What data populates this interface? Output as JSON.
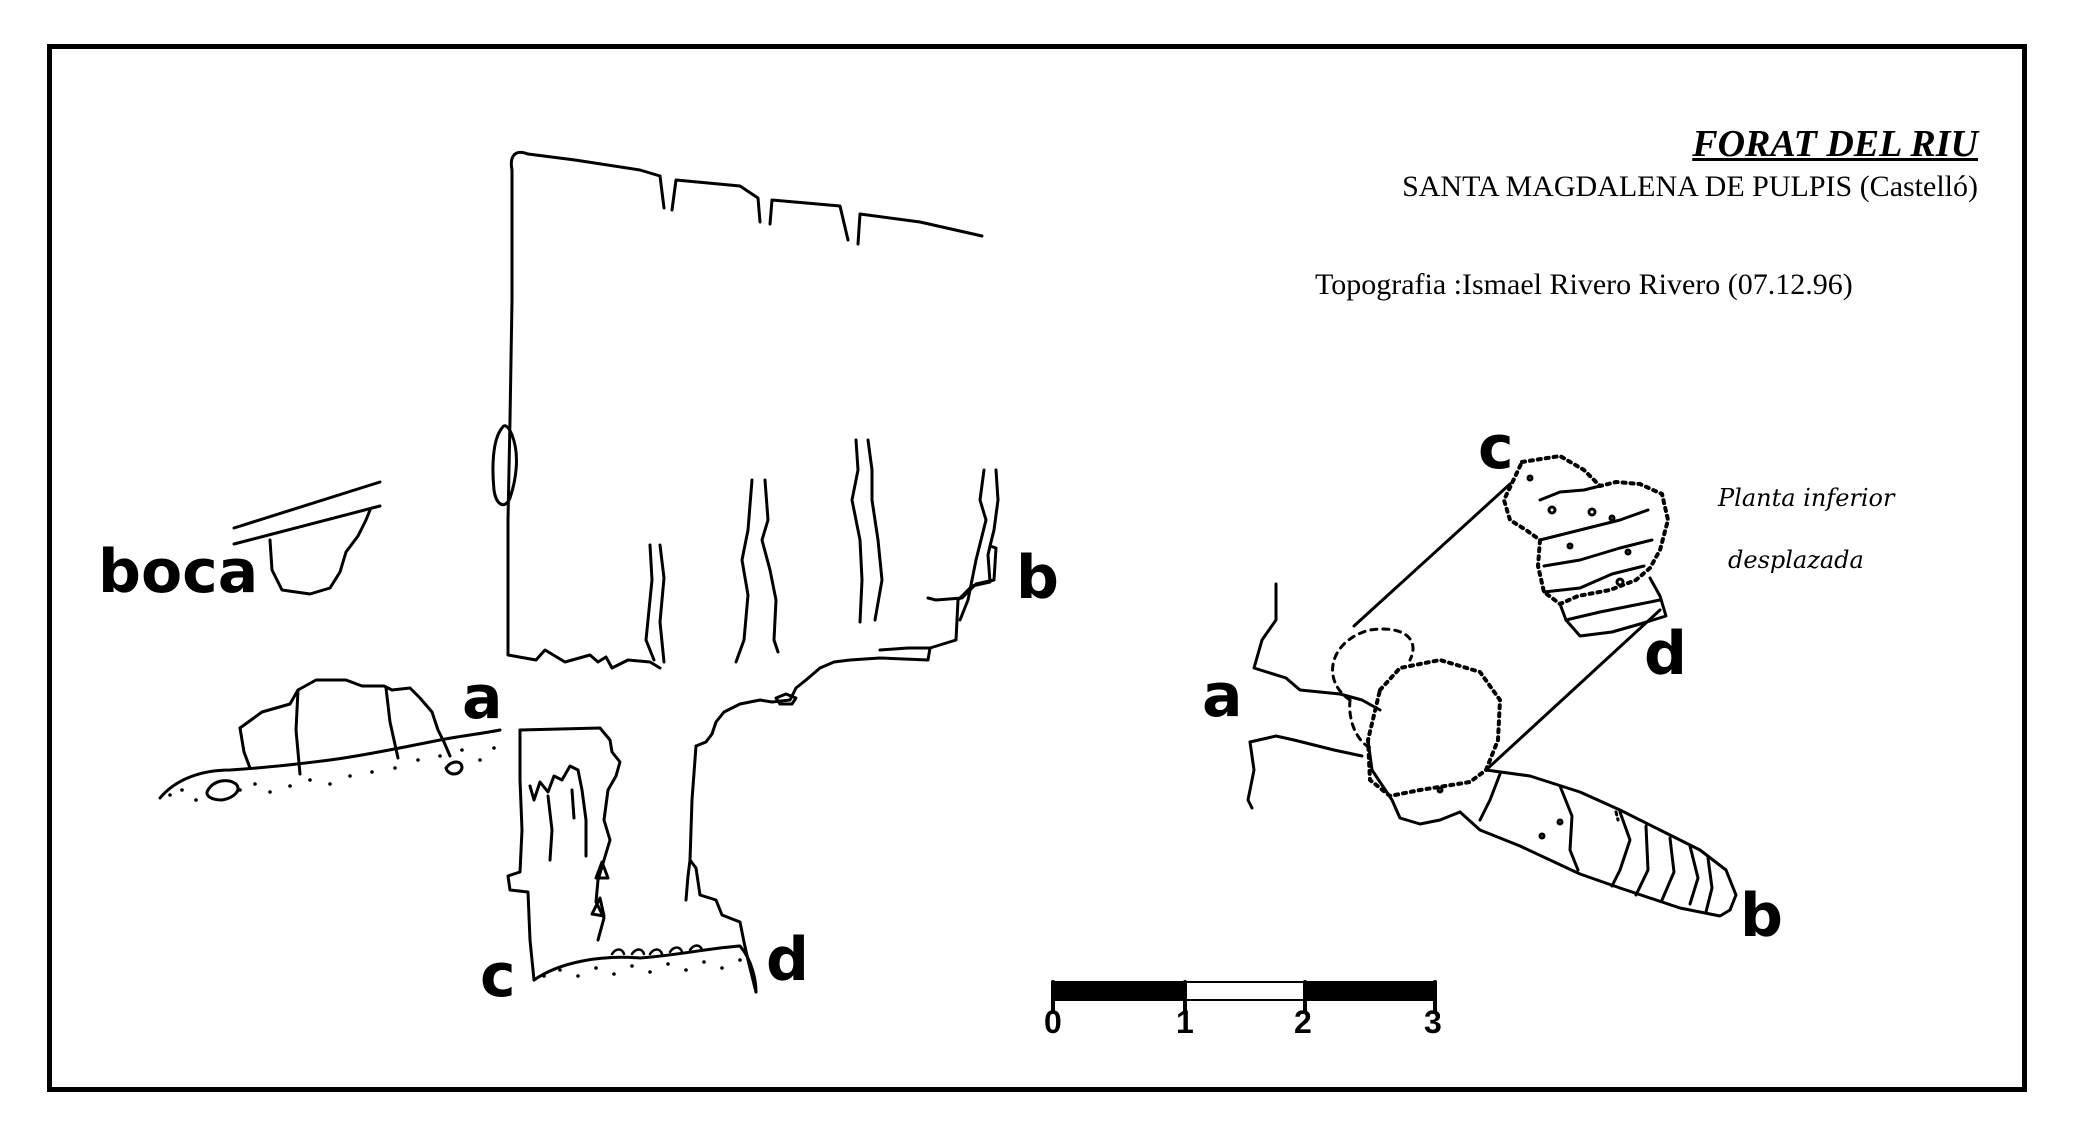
{
  "header": {
    "cave_name": "FORAT DEL RIU",
    "location": "SANTA MAGDALENA DE PULPIS (Castelló)",
    "survey": "Topografia :Ismael Rivero Rivero (07.12.96)"
  },
  "elevation": {
    "entrance_label": "boca",
    "point_a": "a",
    "point_b": "b",
    "point_c": "c",
    "point_d": "d"
  },
  "plan": {
    "note_line1": "Planta inferior",
    "note_line2": "desplazada",
    "point_a": "a",
    "point_b": "b",
    "point_c": "c",
    "point_d": "d"
  },
  "scale_bar": {
    "ticks": [
      "0",
      "1",
      "2",
      "3"
    ]
  }
}
